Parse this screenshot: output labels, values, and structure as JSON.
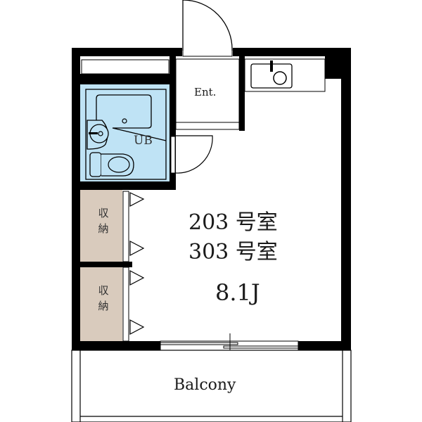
{
  "floor_plan": {
    "rooms": {
      "entrance": {
        "label": "Ent."
      },
      "unit_bath": {
        "label": "UB"
      },
      "main_room": {
        "unit_numbers": [
          "203 号室",
          "303 号室"
        ],
        "size": "8.1J"
      },
      "storage_upper": {
        "label_line1": "収",
        "label_line2": "納"
      },
      "storage_lower": {
        "label_line1": "収",
        "label_line2": "納"
      },
      "balcony": {
        "label": "Balcony"
      }
    },
    "colors": {
      "wall": "#000000",
      "bath": "#bfe3f5",
      "storage": "#d9cbbd",
      "background": "#ffffff"
    }
  }
}
